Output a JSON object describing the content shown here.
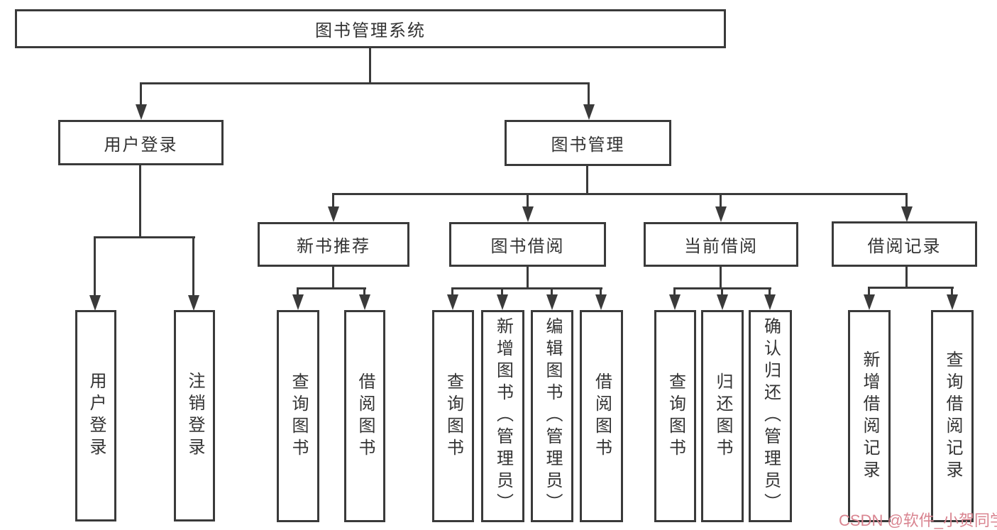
{
  "diagram": {
    "root": {
      "label": "图书管理系统"
    },
    "level1": [
      {
        "label": "用户登录"
      },
      {
        "label": "图书管理"
      }
    ],
    "level2": [
      {
        "label": "新书推荐"
      },
      {
        "label": "图书借阅"
      },
      {
        "label": "当前借阅"
      },
      {
        "label": "借阅记录"
      }
    ],
    "leaves": {
      "user_login": [
        {
          "label": "用户登录"
        },
        {
          "label": "注销登录"
        }
      ],
      "new_book": [
        {
          "label": "查询图书"
        },
        {
          "label": "借阅图书"
        }
      ],
      "book_borrow": [
        {
          "label": "查询图书"
        },
        {
          "label": "新增图书（管理员）"
        },
        {
          "label": "编辑图书（管理员）"
        },
        {
          "label": "借阅图书"
        }
      ],
      "current_borrow": [
        {
          "label": "查询图书"
        },
        {
          "label": "归还图书"
        },
        {
          "label": "确认归还（管理员）"
        }
      ],
      "borrow_record": [
        {
          "label": "新增借阅记录"
        },
        {
          "label": "查询借阅记录"
        }
      ]
    },
    "colors": {
      "line": "#3a3a3a",
      "text": "#333333",
      "background": "#ffffff",
      "watermark": "#d98490"
    }
  },
  "watermark": {
    "text": "CSDN @软件_小贺同学"
  }
}
